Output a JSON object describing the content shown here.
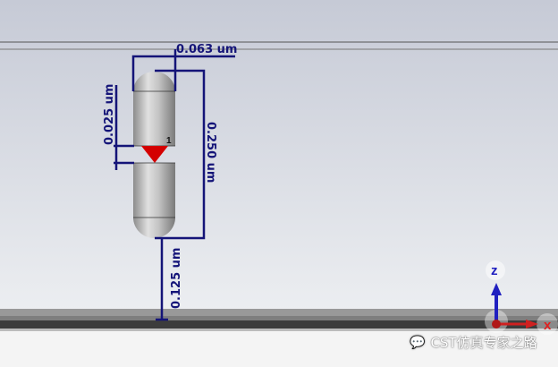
{
  "viewport": {
    "dimensions": {
      "width": "0.063 um",
      "total_length": "0.250 um",
      "gap": "0.025 um",
      "height_above_ground": "0.125 um"
    },
    "port_label": "1",
    "axes": {
      "z": "z",
      "x": "x"
    },
    "colors": {
      "dimension": "#141478",
      "port": "#d40000",
      "axis_z": "#2020c0",
      "axis_x": "#d02020"
    }
  },
  "watermark": "CST仿真专家之路"
}
